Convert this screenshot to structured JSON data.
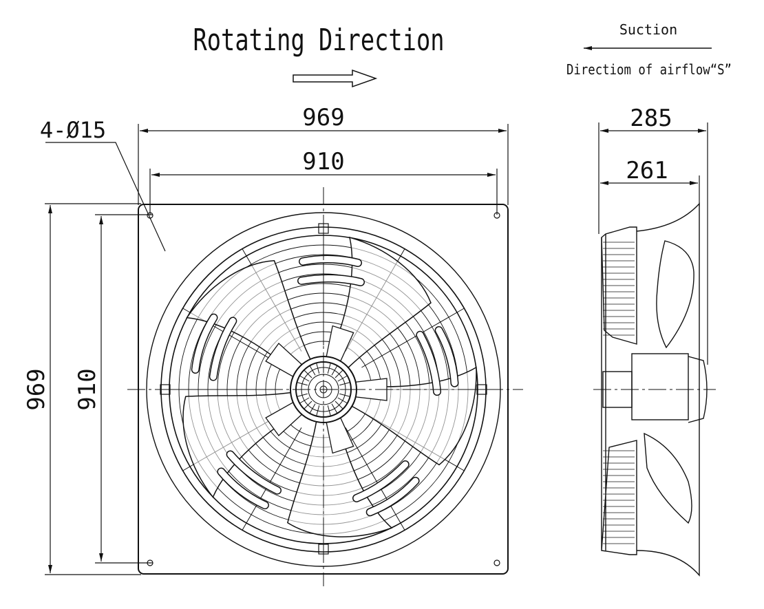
{
  "heading": {
    "rotating_direction": "Rotating Direction",
    "suction": "Suction",
    "airflow": "Directiom of airflow“S”"
  },
  "front_view": {
    "hole_callout": "4-Ø15",
    "overall_width": "969",
    "hole_pitch_width": "910",
    "overall_height": "969",
    "hole_pitch_height": "910"
  },
  "side_view": {
    "overall_depth": "285",
    "body_depth": "261"
  },
  "colors": {
    "line": "#111111",
    "background": "#ffffff"
  }
}
